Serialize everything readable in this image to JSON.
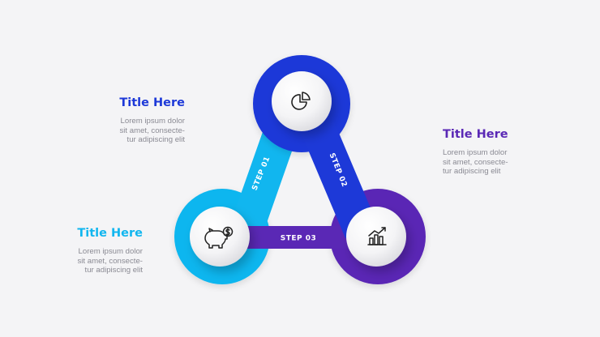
{
  "colors": {
    "background": "#f4f4f6",
    "blue": "#1d39d8",
    "cyan": "#11b6ef",
    "purple": "#5a28b5",
    "text_muted": "#8a8a93"
  },
  "steps": [
    {
      "label": "STEP 01",
      "connects": [
        "cyan-node",
        "blue-node"
      ],
      "color": "#11b6ef"
    },
    {
      "label": "STEP 02",
      "connects": [
        "blue-node",
        "purple-node"
      ],
      "color": "#1d39d8"
    },
    {
      "label": "STEP 03",
      "connects": [
        "cyan-node",
        "purple-node"
      ],
      "color": "#5a28b5"
    }
  ],
  "nodes": [
    {
      "id": "blue-node",
      "icon": "pie-chart-icon",
      "color": "#1d39d8"
    },
    {
      "id": "cyan-node",
      "icon": "piggy-bank-dollar-icon",
      "color": "#11b6ef"
    },
    {
      "id": "purple-node",
      "icon": "bar-chart-growth-icon",
      "color": "#5a28b5"
    }
  ],
  "blocks": [
    {
      "title": "Title Here",
      "title_color": "#1d39d8",
      "lines": [
        "Lorem ipsum dolor",
        "sit amet, consecte-",
        "tur adipiscing elit"
      ]
    },
    {
      "title": "Title Here",
      "title_color": "#5a28b5",
      "lines": [
        "Lorem ipsum dolor",
        "sit amet, consecte-",
        "tur adipiscing elit"
      ]
    },
    {
      "title": "Title Here",
      "title_color": "#11b6ef",
      "lines": [
        "Lorem ipsum dolor",
        "sit amet, consecte-",
        "tur adipiscing elit"
      ]
    }
  ]
}
